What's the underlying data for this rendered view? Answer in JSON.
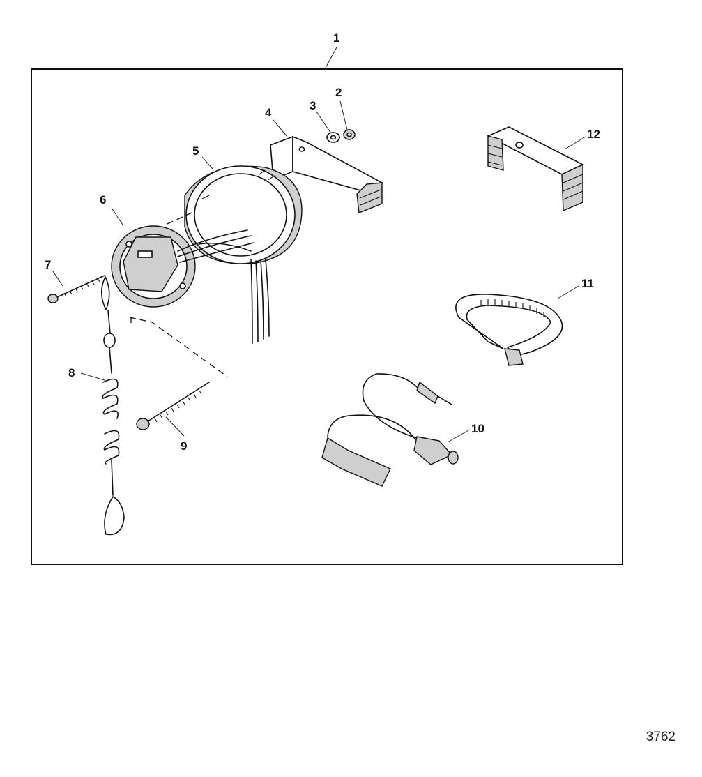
{
  "callouts": {
    "c1": "1",
    "c2": "2",
    "c3": "3",
    "c4": "4",
    "c5": "5",
    "c6": "6",
    "c7": "7",
    "c8": "8",
    "c9": "9",
    "c10": "10",
    "c11": "11",
    "c12": "12"
  },
  "figure_number": "3762",
  "colors": {
    "ink": "#111111",
    "shade": "#cfcfcf",
    "background": "#ffffff"
  }
}
